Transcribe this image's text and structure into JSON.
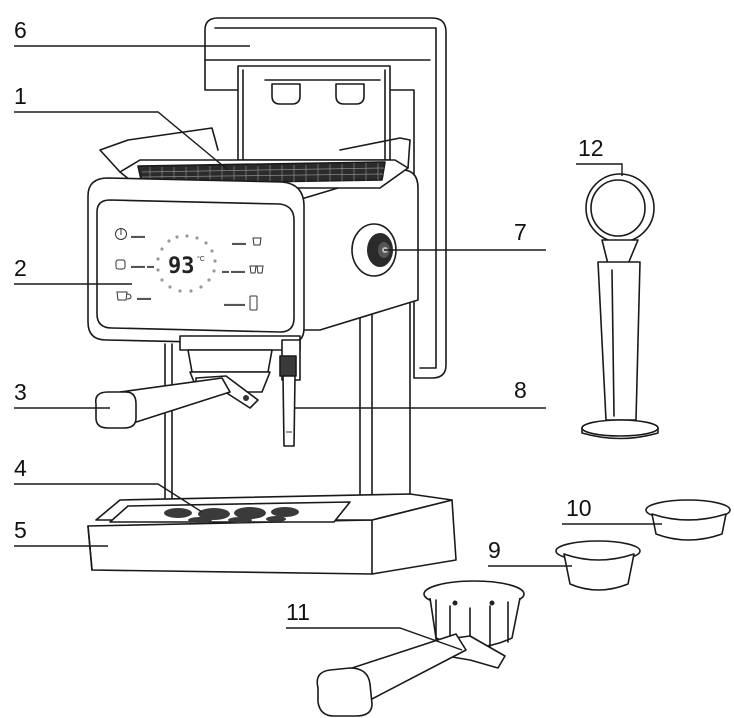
{
  "callouts": {
    "c1": "1",
    "c2": "2",
    "c3": "3",
    "c4": "4",
    "c5": "5",
    "c6": "6",
    "c7": "7",
    "c8": "8",
    "c9": "9",
    "c10": "10",
    "c11": "11",
    "c12": "12"
  },
  "display": {
    "temperature": "93",
    "unit": "°C"
  }
}
